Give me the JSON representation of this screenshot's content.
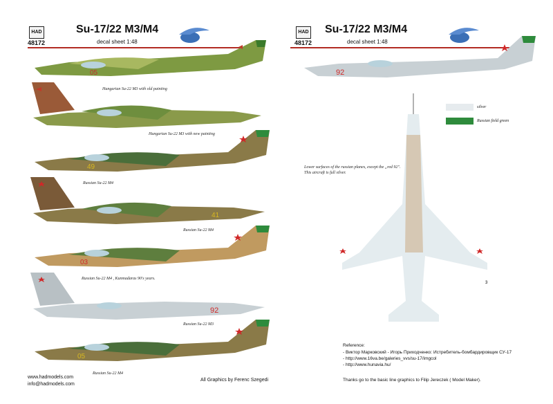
{
  "header_left": {
    "logo": "HAD",
    "code": "48172",
    "title": "Su-17/22 M3/M4",
    "subtitle": "decal sheet 1:48"
  },
  "header_right": {
    "logo": "HAD",
    "code": "48172",
    "title": "Su-17/22 M3/M4",
    "subtitle": "decal sheet 1:48"
  },
  "aircraft": [
    {
      "number": "05",
      "caption": "Hungarian Su-22 M3 with old painting"
    },
    {
      "number": "",
      "caption": "Hungarian Su-22 M3 with new painting"
    },
    {
      "number": "49",
      "caption": "Russian Su-22 M4"
    },
    {
      "number": "41",
      "caption": "Russian Su-22 M4"
    },
    {
      "number": "03",
      "caption": "Russian Su-22 M4 , Kunmadaras 90's years."
    },
    {
      "number": "92",
      "caption": "Russian Su-22 M3"
    },
    {
      "number": "05",
      "caption": "Russian Su-22 M4"
    }
  ],
  "top_right_aircraft": {
    "number": "92"
  },
  "legend": [
    {
      "label": "silver",
      "color": "#e6ebee"
    },
    {
      "label": "Russian field green",
      "color": "#2e8b3c"
    }
  ],
  "lower_surface_note": "Lower surfaces of the russian planes, except the „red 92\". This aircraft is full silver.",
  "callout_number": "3",
  "footer": {
    "website": "www.hadmodels.com",
    "email": "info@hadmodels.com",
    "graphics_credit": "All Graphics by Ferenc Szegedi",
    "reference_title": "Reference:",
    "references": [
      "- Виктор Марковский - Игорь Приходченко: Истребитель-бомбардировщик СУ-17",
      "- http://www.16va.be/galeries_vvs/su-17/imgcol",
      "- http://www.hunavia.hu/"
    ],
    "thanks": "Thanks go to the basic line graphics to Filip Jereczek ( Model Maker)."
  }
}
